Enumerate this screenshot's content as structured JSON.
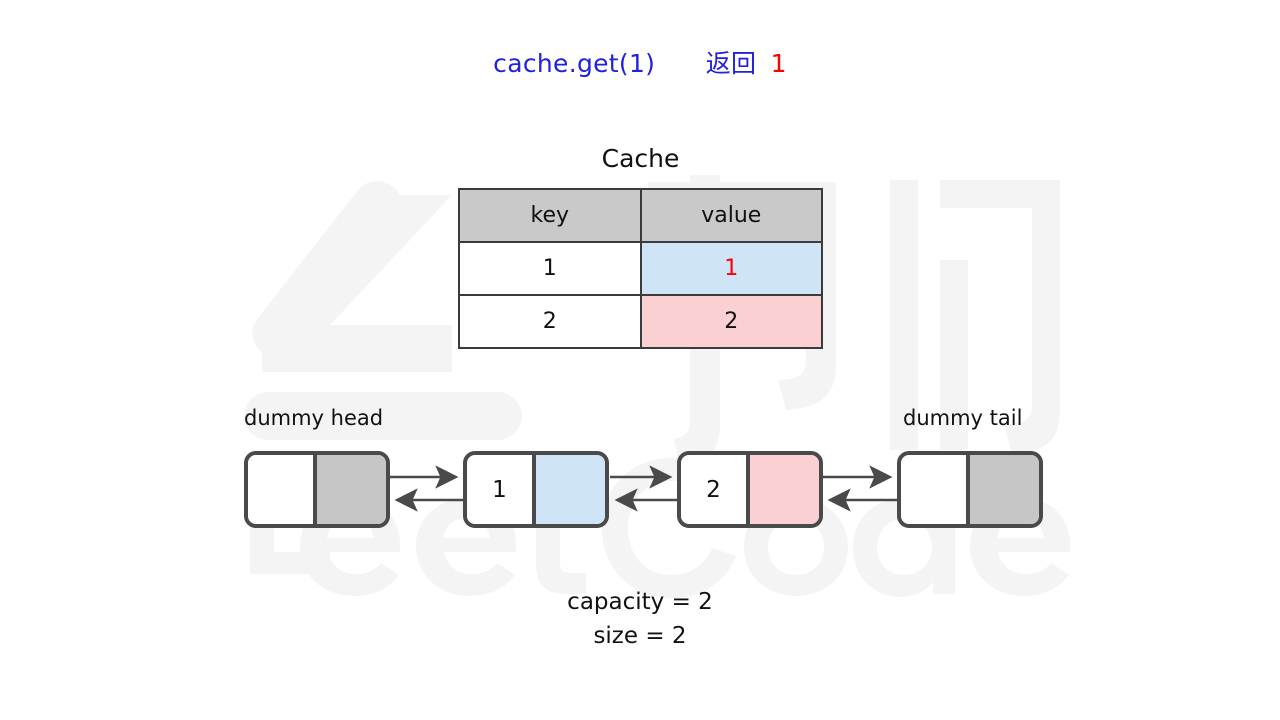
{
  "title": {
    "call": "cache.get(1)",
    "return_label": "返回",
    "return_value": "1",
    "call_color": "#2222dd",
    "value_color": "#ff0000"
  },
  "cache": {
    "heading": "Cache",
    "columns": [
      "key",
      "value"
    ],
    "rows": [
      {
        "key": "1",
        "value": "1",
        "value_fill": "#cfe4f7",
        "value_text_color": "#ff0000",
        "highlighted": true
      },
      {
        "key": "2",
        "value": "2",
        "value_fill": "#fbd0d2",
        "value_text_color": "#111111",
        "highlighted": false
      }
    ],
    "header_fill": "#c9c9c9"
  },
  "linked_list": {
    "head_label": "dummy head",
    "tail_label": "dummy tail",
    "nodes": [
      {
        "name": "dummy-head",
        "key": "",
        "value": "",
        "value_fill": "#c6c6c6"
      },
      {
        "name": "node-1",
        "key": "1",
        "value": "",
        "value_fill": "#cfe4f7"
      },
      {
        "name": "node-2",
        "key": "2",
        "value": "",
        "value_fill": "#fbd0d2"
      },
      {
        "name": "dummy-tail",
        "key": "",
        "value": "",
        "value_fill": "#c6c6c6"
      }
    ],
    "arrow_color": "#4a4a4a",
    "arrow_pairs": 3
  },
  "footer": {
    "capacity": "capacity = 2",
    "size": "size = 2"
  },
  "watermark": {
    "text": "力扣 LeetCode",
    "color": "#f4f4f4"
  }
}
